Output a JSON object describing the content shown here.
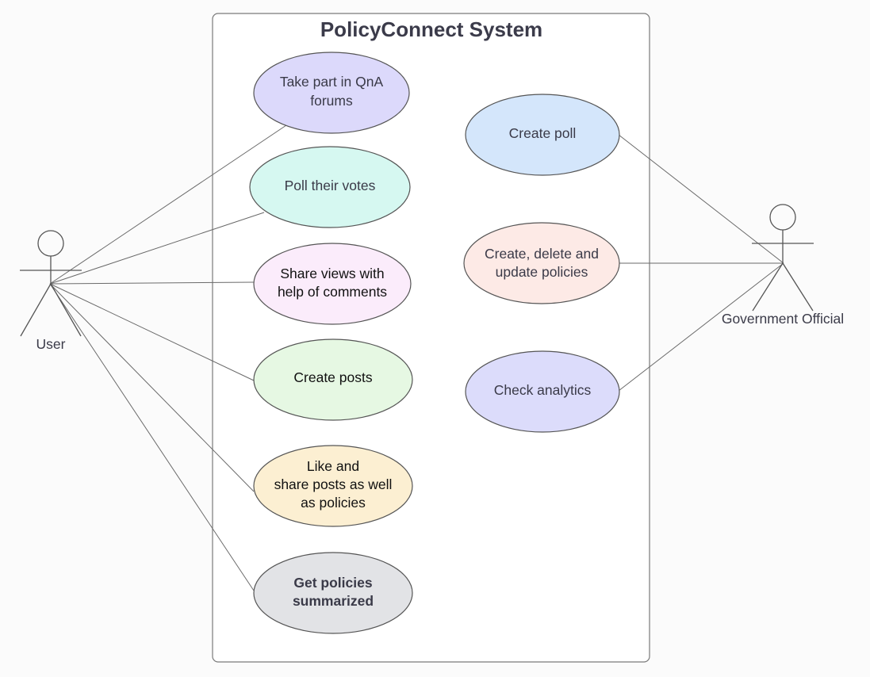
{
  "system": {
    "title": "PolicyConnect System"
  },
  "actors": {
    "user": {
      "label": "User"
    },
    "official": {
      "label": "Government Official"
    }
  },
  "use_cases": {
    "qna": {
      "lines": [
        "Take part in QnA",
        "forums"
      ],
      "fill": "#dcd9fb"
    },
    "vote": {
      "lines": [
        "Poll their votes"
      ],
      "fill": "#d6f8f1"
    },
    "comments": {
      "lines": [
        "Share views with",
        "help of comments"
      ],
      "fill": "#fbecfb"
    },
    "posts": {
      "lines": [
        "Create  posts"
      ],
      "fill": "#e6f8e3"
    },
    "like_share": {
      "lines": [
        "Like and",
        "share posts as well",
        "as policies"
      ],
      "fill": "#fcefd2"
    },
    "summarize": {
      "lines": [
        "Get  policies",
        "summarized"
      ],
      "fill": "#e2e3e6"
    },
    "create_poll": {
      "lines": [
        "Create poll"
      ],
      "fill": "#d4e6fb"
    },
    "manage_policies": {
      "lines": [
        "Create, delete and",
        "update policies"
      ],
      "fill": "#fdeae6"
    },
    "analytics": {
      "lines": [
        "Check analytics"
      ],
      "fill": "#dcdcfb"
    }
  }
}
